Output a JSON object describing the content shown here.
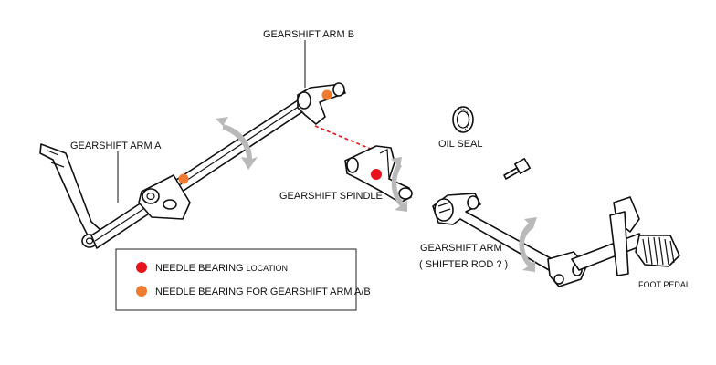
{
  "labels": {
    "arm_b": "GEARSHIFT ARM B",
    "arm_a": "GEARSHIFT ARM A",
    "oil_seal": "OIL SEAL",
    "spindle": "GEARSHIFT SPINDLE",
    "arm": "GEARSHIFT ARM",
    "shifter_rod": "( SHIFTER ROD ? )",
    "foot_pedal": "FOOT PEDAL"
  },
  "legend": {
    "needle_location_main": "NEEDLE BEARING ",
    "needle_location_suffix": "LOCATION",
    "needle_arm": "NEEDLE BEARING FOR GEARSHIFT ARM A/B"
  },
  "colors": {
    "needle_location": "#e8141b",
    "needle_arm": "#f07a30",
    "rotation_arrow": "#b9b9b9",
    "dashed_link": "#e8141b"
  }
}
